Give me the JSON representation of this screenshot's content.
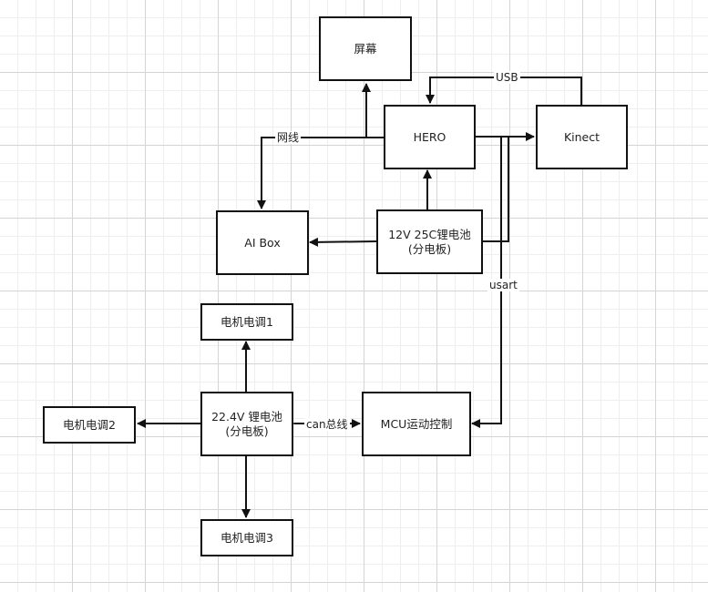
{
  "nodes": {
    "screen": "屏幕",
    "hero": "HERO",
    "kinect": "Kinect",
    "aibox": "AI Box",
    "battery12": [
      "12V 25C锂电池",
      "(分电板)"
    ],
    "esc1": "电机电调1",
    "esc2": "电机电调2",
    "esc3": "电机电调3",
    "battery22": [
      "22.4V 锂电池",
      "(分电板)"
    ],
    "mcu": "MCU运动控制"
  },
  "edge_labels": {
    "usb": "USB",
    "ethernet": "网线",
    "usart": "usart",
    "can": "can总线"
  }
}
